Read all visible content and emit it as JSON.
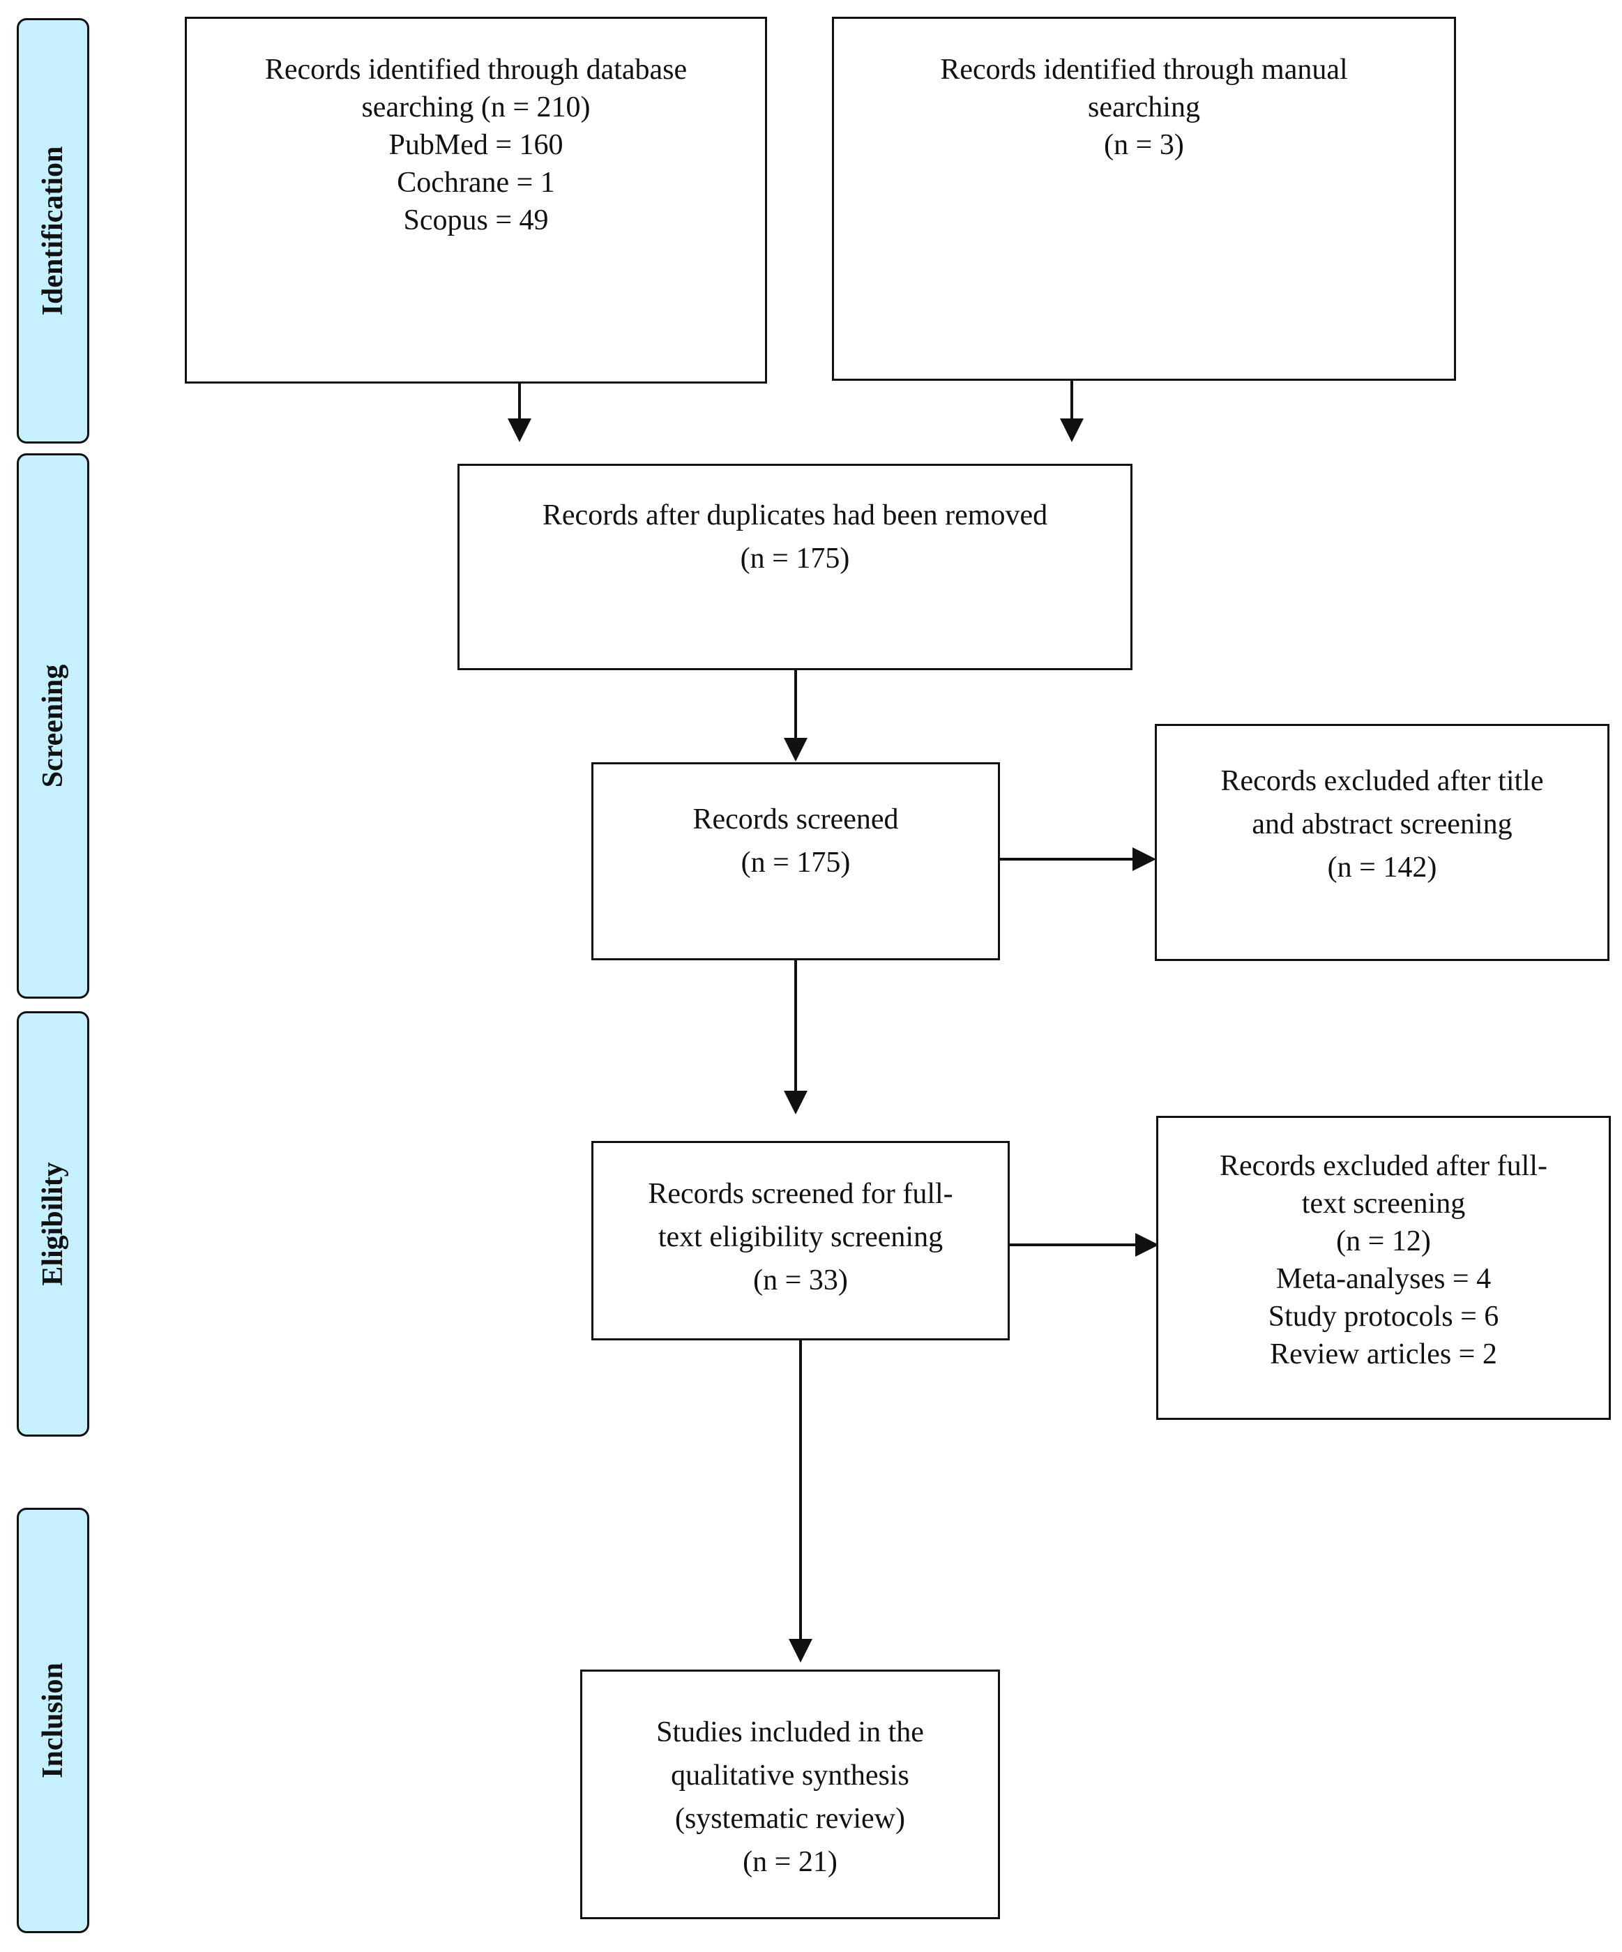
{
  "phases": {
    "identification": "Identification",
    "screening": "Screening",
    "eligibility": "Eligibility",
    "inclusion": "Inclusion"
  },
  "boxes": {
    "database": [
      "Records identified through database",
      "searching (n = 210)",
      "PubMed = 160",
      "Cochrane = 1",
      "Scopus = 49"
    ],
    "manual": [
      "Records identified through manual",
      "searching",
      "(n = 3)"
    ],
    "duplicates": [
      "Records after duplicates had been removed",
      "(n = 175)"
    ],
    "screened": [
      "Records screened",
      "(n = 175)"
    ],
    "excluded_title": [
      "Records excluded after title",
      "and abstract screening",
      "(n = 142)"
    ],
    "fulltext": [
      "Records screened for full-",
      "text eligibility screening",
      "(n = 33)"
    ],
    "excluded_fulltext": [
      "Records excluded after full-",
      "text screening",
      "(n = 12)",
      "Meta-analyses = 4",
      "Study protocols = 6",
      "Review articles = 2"
    ],
    "included": [
      "Studies included in the",
      "qualitative synthesis",
      "(systematic review)",
      "(n = 21)"
    ]
  },
  "colors": {
    "phase_fill": "#c6f0ff",
    "stroke": "#111111"
  }
}
